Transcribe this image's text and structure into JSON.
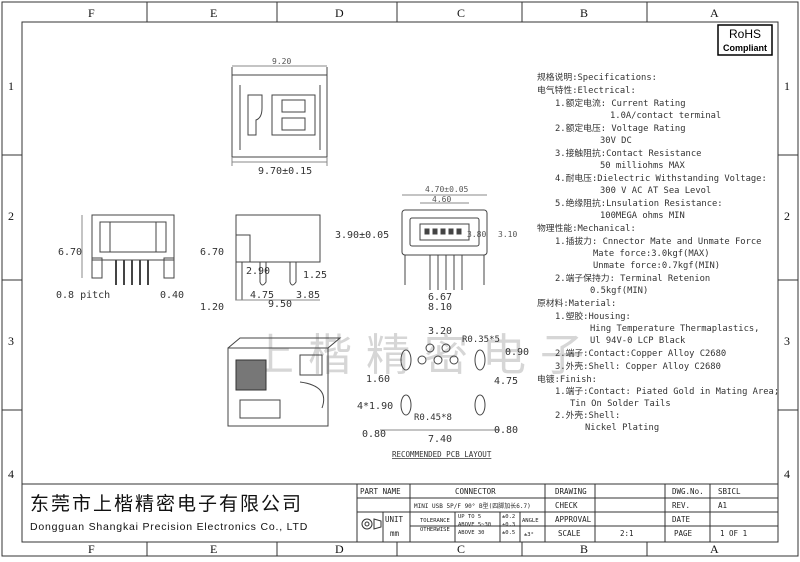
{
  "zones": {
    "columns": [
      "F",
      "E",
      "D",
      "C",
      "B",
      "A"
    ],
    "rows": [
      "1",
      "2",
      "3",
      "4"
    ]
  },
  "rohs": {
    "line1": "RoHS",
    "line2": "Compliant"
  },
  "specs": {
    "title": "规格说明:Specifications:",
    "electrical_header": "电气特性:Electrical:",
    "rated_current_label": "1.额定电流: Current Rating",
    "rated_current_value": "1.0A/contact terminal",
    "rated_voltage_label": "2.额定电压: Voltage Rating",
    "rated_voltage_value": "30V DC",
    "contact_resistance_label": "3.接触阻抗:Contact Resistance",
    "contact_resistance_value": "50 milliohms MAX",
    "dielectric_label": "4.耐电压:Dielectric Withstanding Voltage:",
    "dielectric_value": "300 V AC AT Sea Levol",
    "insulation_label": "5.绝缘阻抗:Lnsulation Resistance:",
    "insulation_value": "100MEGA ohms MIN",
    "mechanical_header": "物理性能:Mechanical:",
    "insertion_label": "1.插拔力: Cnnector Mate and Unmate Force",
    "mate_force": "Mate force:3.0kgf(MAX)",
    "unmate_force": "Unmate force:0.7kgf(MIN)",
    "retention_label": "2.端子保持力: Terminal Retenion",
    "retention_value": "0.5kgf(MIN)",
    "material_header": "原材料:Material:",
    "housing_label": "1.塑胶:Housing:",
    "housing_value1": "Hing Temperature  Thermaplastics,",
    "housing_value2": "Ul 94V-0  LCP Black",
    "contact_material": "2.端子:Contact:Copper Alloy C2680",
    "shell_material": "3.外壳:Shell: Copper Alloy C2680",
    "finish_header": "电镀:Finish:",
    "finish_contact1": "1.端子:Contact: Piated Gold in Mating Area;",
    "finish_contact2": "Tin On Solder Tails",
    "finish_shell_label": "2.外壳:Shell:",
    "finish_shell_value": "Nickel Plating"
  },
  "dims": {
    "top_width": "9.20",
    "top_overall": "9.70±0.15",
    "side_height": "6.70",
    "pitch": "0.8 pitch",
    "pitch_gap": "0.40",
    "side2_height": "6.70",
    "side2_a": "2.90",
    "side2_b": "1.25",
    "side2_c": "9.50",
    "side2_d": "4.75",
    "side2_e": "3.85",
    "side2_f": "1.20",
    "front_top": "4.70±0.05",
    "front_inner": "4.60",
    "front_small": "3.80",
    "front_right": "3.10",
    "front_height": "3.90±0.05",
    "front_w1": "6.67",
    "front_w2": "8.10",
    "pcb_a": "3.20",
    "pcb_r": "R0.35*5",
    "pcb_b": "0.90",
    "pcb_c": "1.60",
    "pcb_d": "4.75",
    "pcb_slot": "4*1.90",
    "pcb_r2": "R0.45*8",
    "pcb_e": "0.80",
    "pcb_f": "7.40",
    "pcb_g": "0.80",
    "pcb_caption": "RECOMMENDED PCB LAYOUT"
  },
  "watermark": "上楷精密电子",
  "company": {
    "name_cn": "东莞市上楷精密电子有限公司",
    "name_en": "Dongguan Shangkai Precision Electronics Co., LTD"
  },
  "title_block": {
    "part_name_label": "PART NAME",
    "part_name_value": "CONNECTOR",
    "drawing_label": "DRAWING",
    "dwg_no_label": "DWG.No.",
    "dwg_no_value": "SBICL",
    "desc_value": "MINI USB 5P/F 90° B型(四脚加长6.7)",
    "check_label": "CHECK",
    "rev_label": "REV.",
    "rev_value": "A1",
    "unit_label": "UNIT",
    "unit_value": "mm",
    "tolerance_label": "TOLERANCE",
    "otherwise_label": "OTHERWISE",
    "tol_up5": "UP TO 5",
    "tol_5_30": "ABOVE 5~30",
    "tol_above30": "ABOVE 30",
    "tol_v1": "±0.2",
    "tol_v2": "±0.3",
    "tol_v3": "±0.5",
    "angle_label": "ANGLE",
    "angle_value": "±3°",
    "approval_label": "APPROVAL",
    "date_label": "DATE",
    "scale_label": "SCALE",
    "scale_value": "2:1",
    "page_label": "PAGE",
    "page_value": "1 OF 1"
  }
}
